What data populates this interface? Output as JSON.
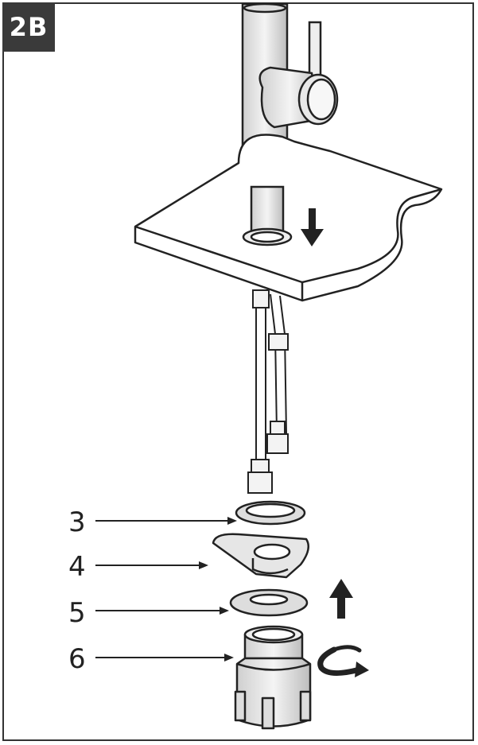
{
  "step": {
    "label": "2B"
  },
  "callouts": [
    {
      "number": "3",
      "part": "gasket"
    },
    {
      "number": "4",
      "part": "horseshoe-plate"
    },
    {
      "number": "5",
      "part": "washer"
    },
    {
      "number": "6",
      "part": "mounting-nut"
    }
  ],
  "colors": {
    "line": "#222222",
    "badge": "#3a3a3a",
    "paper": "#ffffff"
  }
}
